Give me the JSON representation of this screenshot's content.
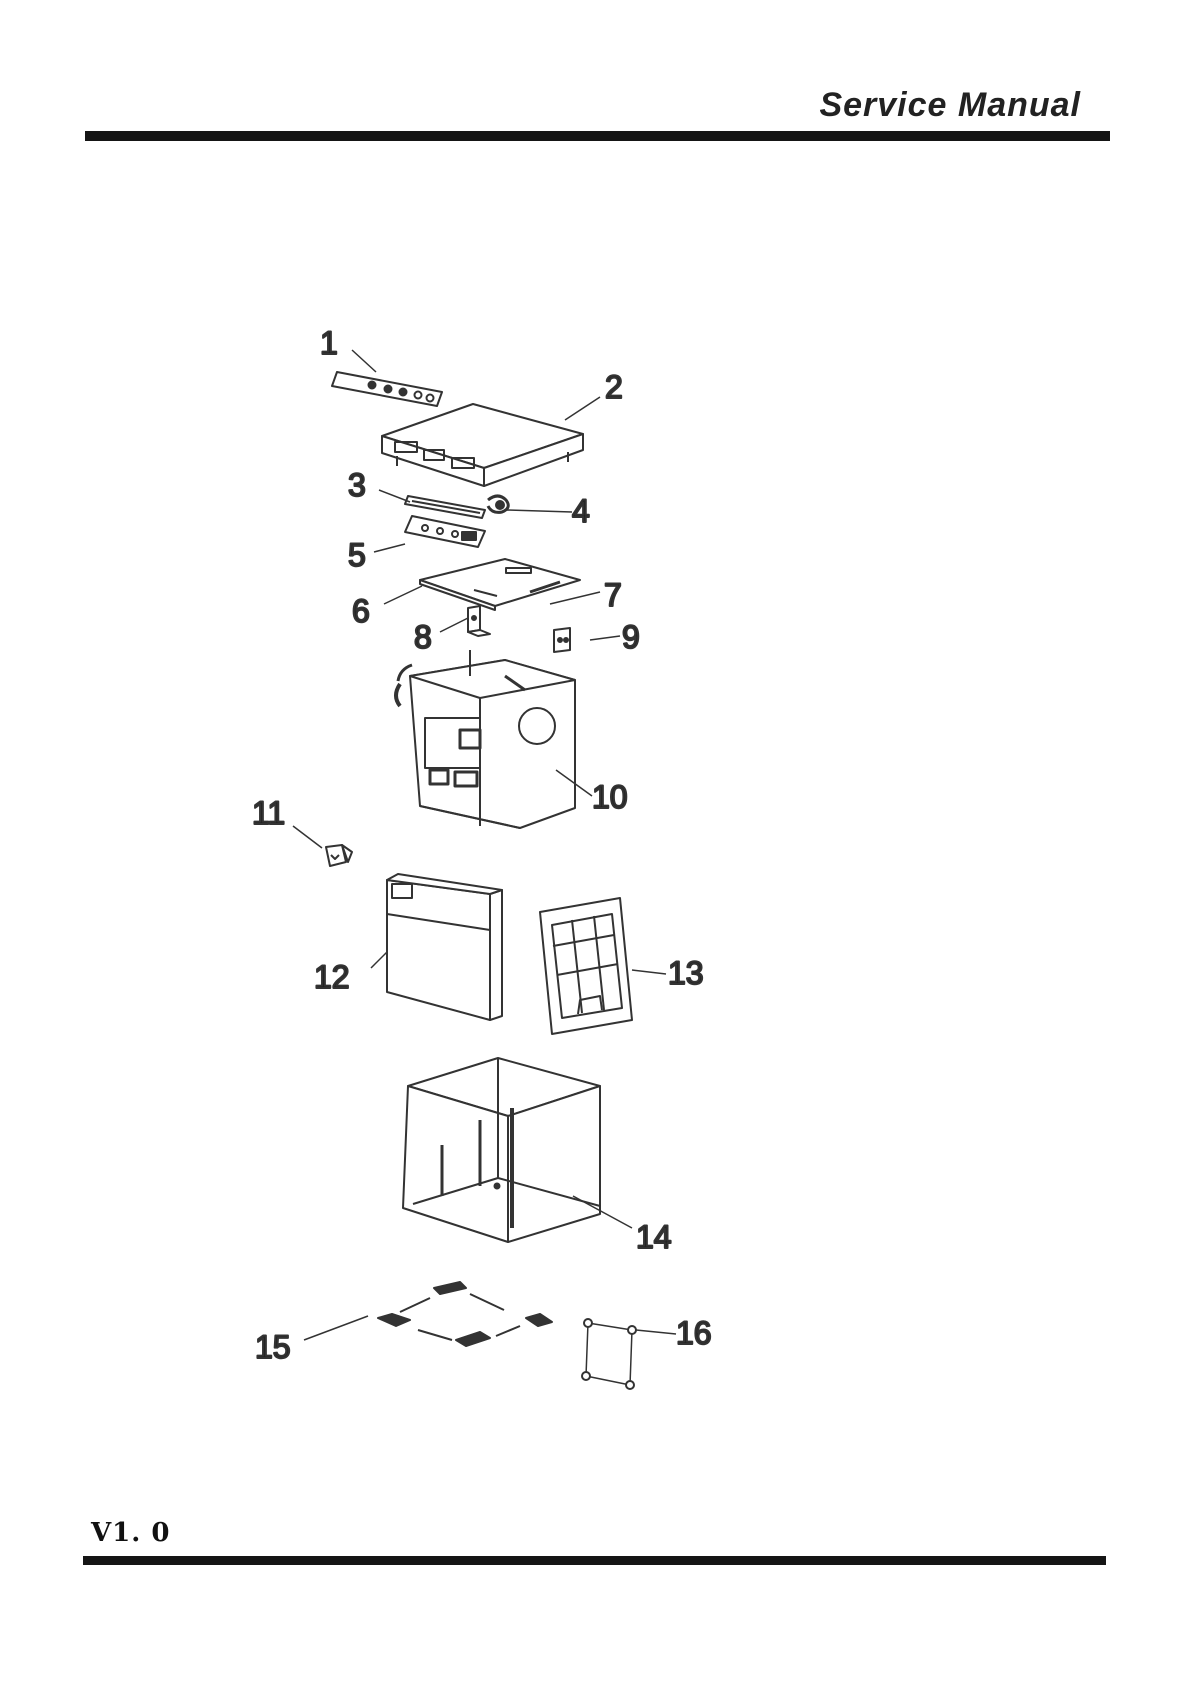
{
  "header": {
    "title": "Service Manual"
  },
  "footer": {
    "version": "V1. 0"
  },
  "diagram": {
    "callouts": [
      "1",
      "2",
      "3",
      "4",
      "5",
      "6",
      "7",
      "8",
      "9",
      "10",
      "11",
      "12",
      "13",
      "14",
      "15",
      "16"
    ]
  }
}
